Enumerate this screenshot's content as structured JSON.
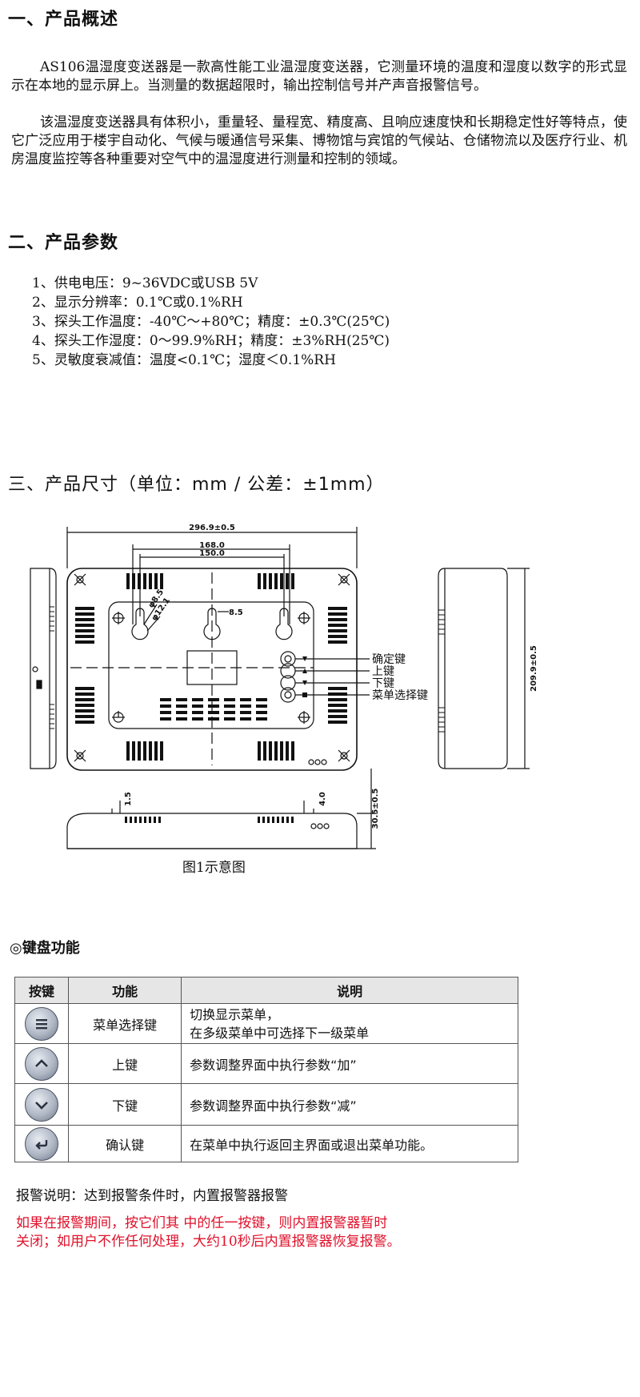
{
  "sections": {
    "overview_title": "一、产品概述",
    "overview_p1": "AS106温湿度变送器是一款高性能工业温湿度变送器，它测量环境的温度和湿度以数字的形式显示在本地的显示屏上。当测量的数据超限时，输出控制信号并产声音报警信号。",
    "overview_p2": "该温湿度变送器具有体积小，重量轻、量程宽、精度高、且响应速度快和长期稳定性好等特点，使它广泛应用于楼宇自动化、气候与暖通信号采集、博物馆与宾馆的气候站、仓储物流以及医疗行业、机房温度监控等各种重要对空气中的温湿度进行测量和控制的领域。",
    "params_title": "二、产品参数",
    "params": [
      "1、供电电压：9~36VDC或USB 5V",
      "2、显示分辨率：0.1℃或0.1%RH",
      "3、探头工作温度：-40℃～+80℃；精度：±0.3℃(25℃)",
      "4、探头工作湿度：0～99.9%RH；精度：±3%RH(25℃)",
      "5、灵敏度衰减值：温度<0.1℃；湿度＜0.1%RH"
    ],
    "dims_title": "三、产品尺寸（单位：mm / 公差：±1mm）"
  },
  "diagram": {
    "dim_width": "296.9±0.5",
    "dim_168": "168.0",
    "dim_150": "150.0",
    "dim_phi85": "φ8.5",
    "dim_phi121": "φ12.1",
    "dim_85": "8.5",
    "dim_height": "209.9±0.5",
    "dim_depth": "30.5±0.5",
    "dim_15": "1.5",
    "dim_40": "4.0",
    "label_confirm": "确定键",
    "label_up": "上键",
    "label_down": "下键",
    "label_menu": "菜单选择键",
    "caption": "图1示意图"
  },
  "keyboard": {
    "title": "◎键盘功能",
    "headers": [
      "按键",
      "功能",
      "说明"
    ],
    "rows": [
      {
        "icon": "menu-key-icon",
        "fn": "菜单选择键",
        "desc1": "切换显示菜单，",
        "desc2": "在多级菜单中可选择下一级菜单"
      },
      {
        "icon": "up-key-icon",
        "fn": "上键",
        "desc1": "参数调整界面中执行参数“加”",
        "desc2": ""
      },
      {
        "icon": "down-key-icon",
        "fn": "下键",
        "desc1": "参数调整界面中执行参数“减”",
        "desc2": ""
      },
      {
        "icon": "confirm-key-icon",
        "fn": "确认键",
        "desc1": "在菜单中执行返回主界面或退出菜单功能。",
        "desc2": ""
      }
    ]
  },
  "alarm": {
    "note": "报警说明：达到报警条件时，内置报警器报警",
    "red1": "如果在报警期间，按它们其 中的任一按键，则内置报警器暂时",
    "red2": "关闭；如用户不作任何处理，大约10秒后内置报警器恢复报警。"
  },
  "colors": {
    "text": "#111111",
    "alarm_red": "#e0102a",
    "table_header": "#e6e6e6"
  }
}
